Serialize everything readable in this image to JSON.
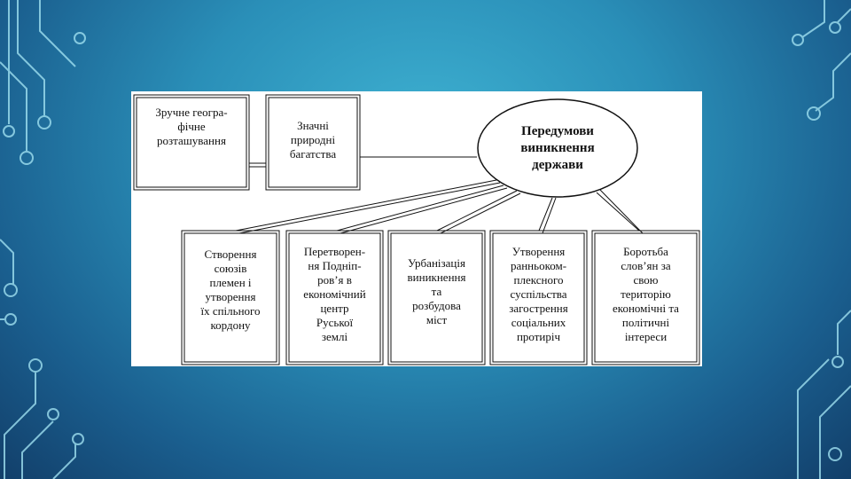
{
  "diagram": {
    "center": {
      "label": "Передумови\nвиникнення\nдержави"
    },
    "top_boxes": [
      {
        "label": "Зручне геогра-\nфічне\nрозташування"
      },
      {
        "label": "Значні\nприродні\nбагатства"
      }
    ],
    "bottom_boxes": [
      {
        "label": "Створення\nсоюзів\nплемен і\nутворення\nїх спільного\nкордону"
      },
      {
        "label": "Перетворен-\nня Подніп-\nров’я в\nекономічний\nцентр\nРуської\nземлі"
      },
      {
        "label": "Урбанізація\nвиникнення\nта\nрозбудова\nміст"
      },
      {
        "label": "Утворення\nранньоком-\nплексного\nсуспільства\nзагострення\nсоціальних\nпротиріч"
      },
      {
        "label": "Боротьба\nслов’ян за\nсвою\nтериторію\nекономічні та\nполітичні\nінтереси"
      }
    ]
  },
  "colors": {
    "background": "#2a8fb8",
    "circuit": "#9fe0f0",
    "panel": "#ffffff",
    "stroke": "#111111"
  }
}
